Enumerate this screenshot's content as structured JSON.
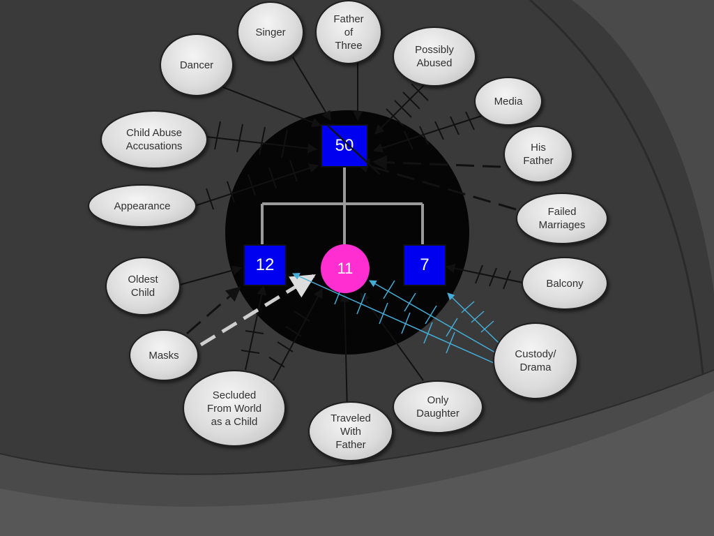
{
  "colors": {
    "background": "#3d3d3d",
    "central_circle": "#050505",
    "male_node": "#0000f0",
    "female_node": "#ff2ed0",
    "bubble_fill": "#dcdcdc",
    "link_dark": "#111111",
    "link_light": "#cfcfcf",
    "link_cyan": "#45aed8"
  },
  "genogram": {
    "father_age": "50",
    "children": [
      {
        "age": "12",
        "gender": "male"
      },
      {
        "age": "11",
        "gender": "female"
      },
      {
        "age": "7",
        "gender": "male"
      }
    ]
  },
  "bubbles": {
    "singer": "Singer",
    "father_of_three": "Father\nof\nThree",
    "dancer": "Dancer",
    "possibly_abused": "Possibly\nAbused",
    "media": "Media",
    "child_abuse_accusations": "Child Abuse\nAccusations",
    "his_father": "His\nFather",
    "appearance": "Appearance",
    "failed_marriages": "Failed\nMarriages",
    "oldest_child": "Oldest\nChild",
    "balcony": "Balcony",
    "masks": "Masks",
    "custody_drama": "Custody/\nDrama",
    "secluded_from_world": "Secluded\nFrom World\nas a Child",
    "only_daughter": "Only\nDaughter",
    "traveled_with_father": "Traveled\nWith\nFather"
  }
}
